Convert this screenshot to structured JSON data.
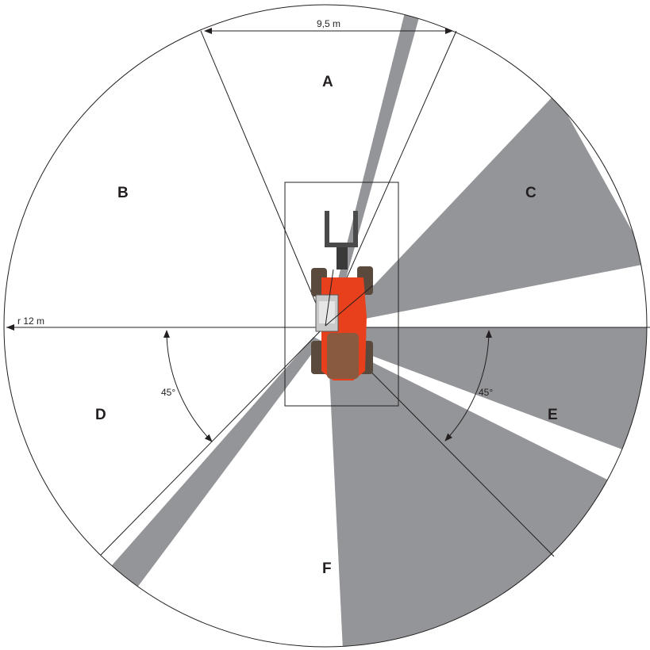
{
  "diagram": {
    "zones": [
      {
        "id": "A",
        "label": "A"
      },
      {
        "id": "B",
        "label": "B"
      },
      {
        "id": "C",
        "label": "C"
      },
      {
        "id": "D",
        "label": "D"
      },
      {
        "id": "E",
        "label": "E"
      },
      {
        "id": "F",
        "label": "F"
      }
    ],
    "dimensions": {
      "width_label": "9,5 m",
      "radius_label": "r 12 m",
      "angle_left_label": "45°",
      "angle_right_label": "45°"
    },
    "colors": {
      "blind_spot": "#939598",
      "line": "#231f20",
      "machine_body": "#e8401c",
      "machine_dark": "#5a4a3e",
      "background": "#ffffff"
    },
    "icons": {
      "machine": "telehandler-top-view"
    }
  }
}
